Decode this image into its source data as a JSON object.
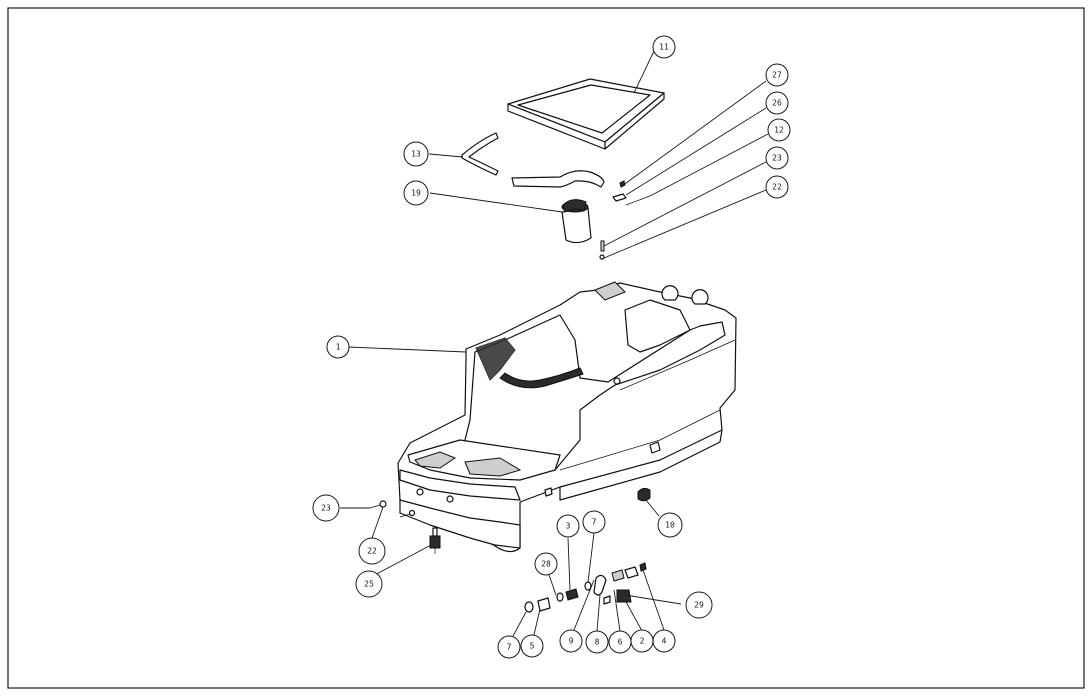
{
  "callouts": [
    {
      "id": "c11",
      "label": "11"
    },
    {
      "id": "c27",
      "label": "27"
    },
    {
      "id": "c26",
      "label": "26"
    },
    {
      "id": "c12",
      "label": "12"
    },
    {
      "id": "c13",
      "label": "13"
    },
    {
      "id": "c23a",
      "label": "23"
    },
    {
      "id": "c19",
      "label": "19"
    },
    {
      "id": "c22a",
      "label": "22"
    },
    {
      "id": "c1",
      "label": "1"
    },
    {
      "id": "c23b",
      "label": "23"
    },
    {
      "id": "c10",
      "label": "10"
    },
    {
      "id": "c22b",
      "label": "22"
    },
    {
      "id": "c3",
      "label": "3"
    },
    {
      "id": "c7a",
      "label": "7"
    },
    {
      "id": "c28",
      "label": "28"
    },
    {
      "id": "c25",
      "label": "25"
    },
    {
      "id": "c29",
      "label": "29"
    },
    {
      "id": "c7b",
      "label": "7"
    },
    {
      "id": "c5",
      "label": "5"
    },
    {
      "id": "c9",
      "label": "9"
    },
    {
      "id": "c8",
      "label": "8"
    },
    {
      "id": "c6",
      "label": "6"
    },
    {
      "id": "c2",
      "label": "2"
    },
    {
      "id": "c4",
      "label": "4"
    }
  ]
}
